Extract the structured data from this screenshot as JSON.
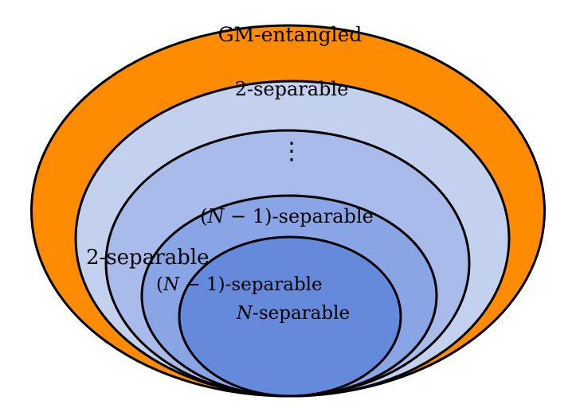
{
  "diagram": {
    "colors": {
      "outer": "#ff8c00",
      "level2": "#c3d1ef",
      "level3": "#a8bbea",
      "level4": "#8aa5e6",
      "inner": "#6589db",
      "stroke": "#000000"
    },
    "labels": {
      "gm_entangled": "GM-entangled",
      "two_separable": "2-separable",
      "dots": "⋮",
      "n_minus_1_top": {
        "open": "(",
        "N": "N",
        "rest": " − 1)-separable"
      },
      "two_separable_overlap": "2-separable",
      "n_minus_1_overlap": {
        "open": "(",
        "N": "N",
        "rest": " − 1)-separable"
      },
      "n_separable": {
        "N": "N",
        "rest": "-separable"
      }
    }
  }
}
